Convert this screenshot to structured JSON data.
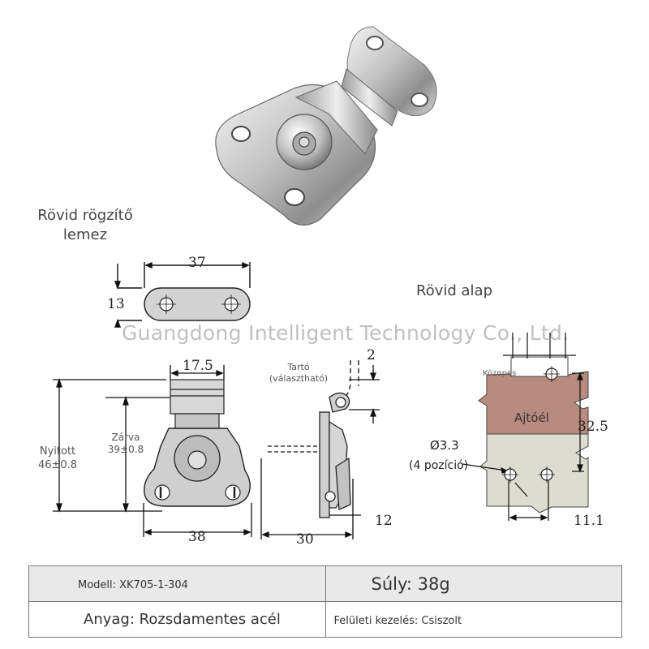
{
  "labels": {
    "short_plate_title_line1": "Rövid rögzítő",
    "short_plate_title_line2": "lemez",
    "short_base_title": "Rövid alap",
    "dim_37": "37",
    "dim_13": "13",
    "dim_17_5": "17.5",
    "dim_2": "2",
    "carrier_line1": "Tartó",
    "carrier_line2": "(választható)",
    "open_label": "Nyitott",
    "open_value": "46±0.8",
    "closed_label": "Zárva",
    "closed_value": "39±0.8",
    "dim_38": "38",
    "dim_30": "30",
    "dim_12": "12",
    "gap_label": "Közepes",
    "door_edge": "Ajtóél",
    "dim_32_5": "32.5",
    "hole_dia": "Ø3.3",
    "hole_positions": "(4 pozíció)",
    "dim_11_1": "11.1"
  },
  "watermark": "Guangdong Intelligent Technology Co., Ltd.",
  "specs": {
    "model": "Modell: XK705-1-304",
    "weight": "Súly: 38g",
    "material": "Anyag: Rozsdamentes acél",
    "surface": "Felületi kezelés: Csiszolt"
  },
  "colors": {
    "door_fill": "#b98a7e",
    "panel_fill": "#dcdcd0",
    "table_gray": "#e9e9e9",
    "steel": "#c9c9c9"
  }
}
